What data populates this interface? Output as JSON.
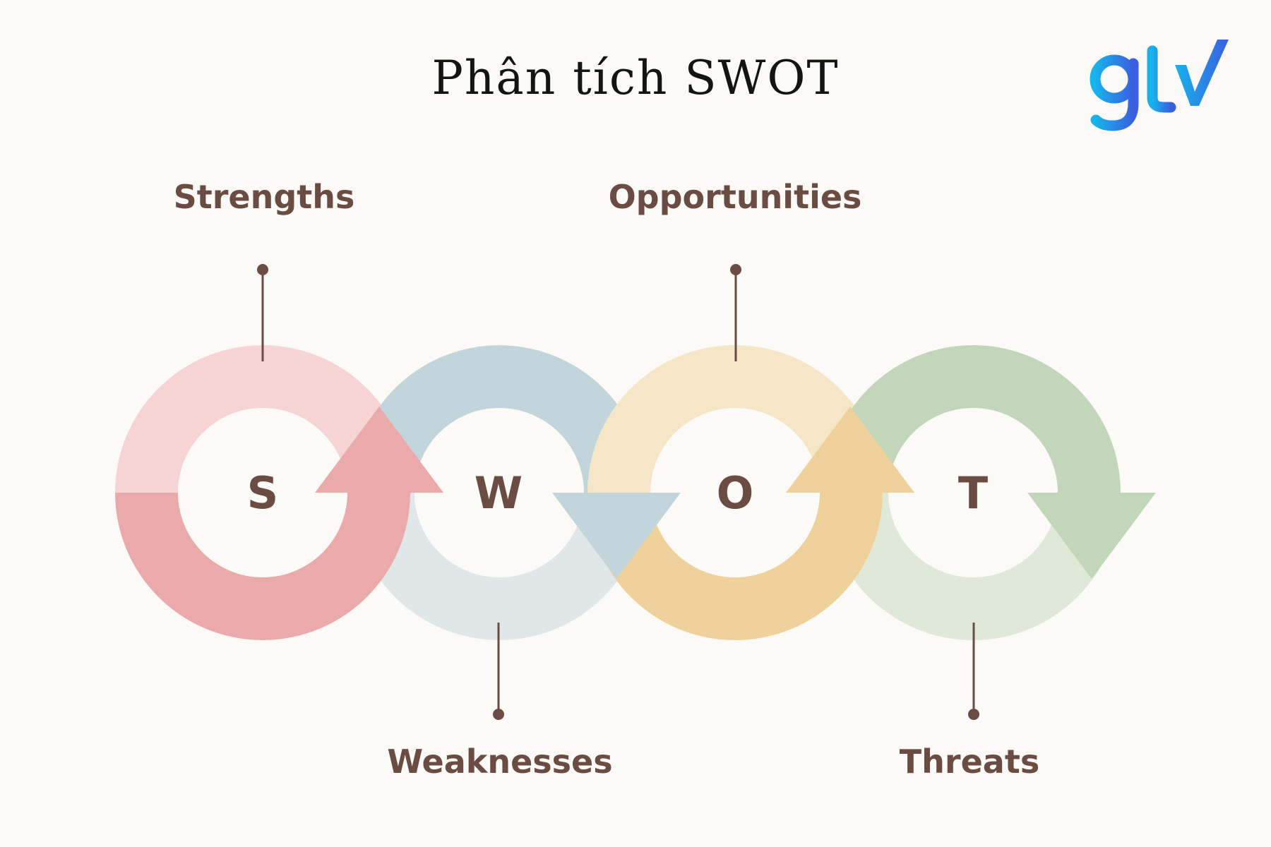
{
  "title": "Phân tích SWOT",
  "logo_text": "gtv",
  "items": [
    {
      "letter": "S",
      "label": "Strengths",
      "color_light": "#f5d4d3",
      "color_dark": "#eaaaa9"
    },
    {
      "letter": "W",
      "label": "Weaknesses",
      "color_light": "#dfe7e9",
      "color_dark": "#c2d5da"
    },
    {
      "letter": "O",
      "label": "Opportunities",
      "color_light": "#f6e6c8",
      "color_dark": "#efd29b"
    },
    {
      "letter": "T",
      "label": "Threats",
      "color_light": "#e0e9d8",
      "color_dark": "#c2d6b9"
    }
  ],
  "colors": {
    "background": "#fcfaf6",
    "text": "#6b4c43",
    "logo_start": "#18b3ec",
    "logo_end": "#3a5fe0"
  }
}
